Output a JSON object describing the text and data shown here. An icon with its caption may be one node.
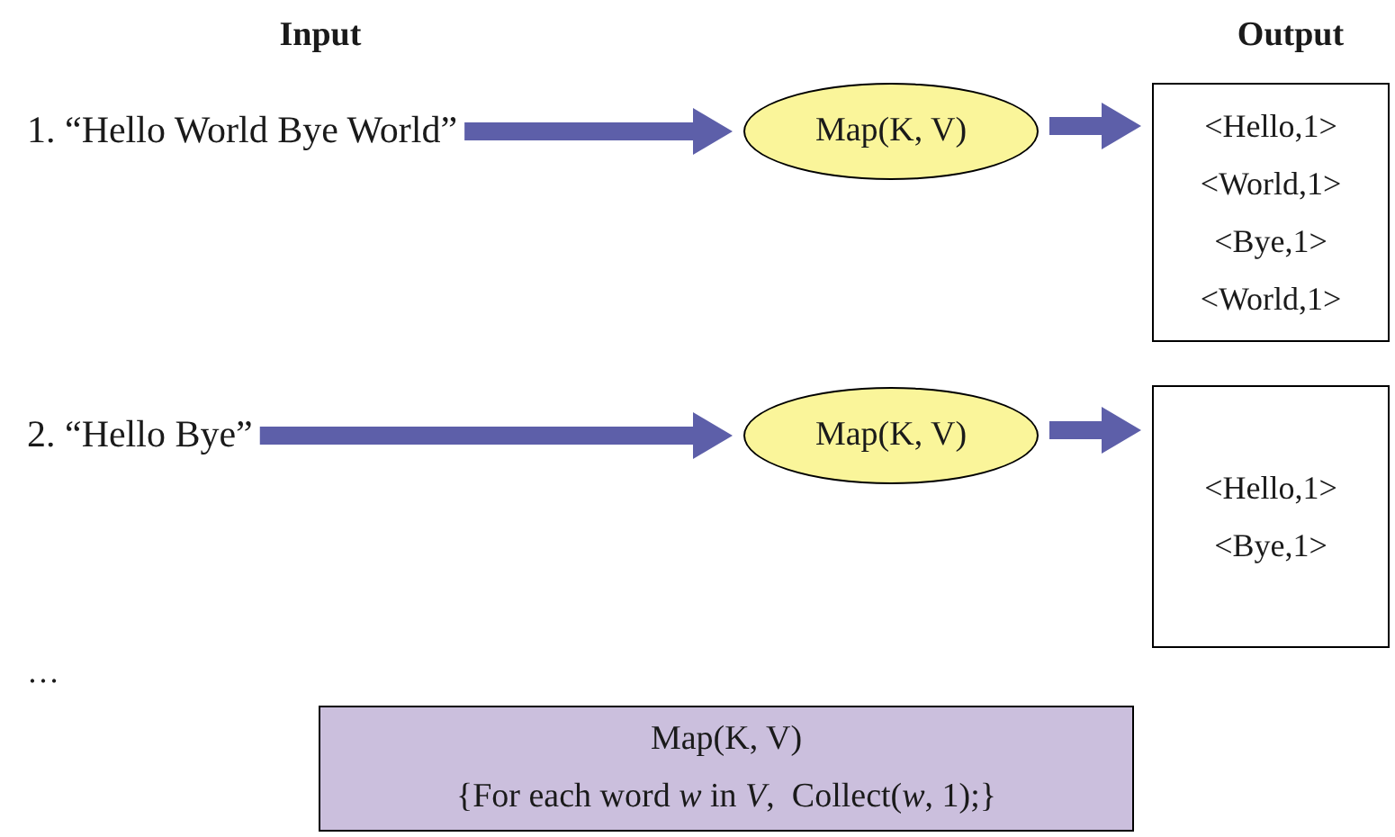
{
  "diagram": {
    "nodes": [
      {
        "text": [
          "1. “Hello World Bye World”"
        ]
      },
      {
        "text": [
          "Map(K, V)"
        ]
      },
      {
        "text": [
          "<Hello,1>",
          "<World,1>",
          "<Bye,1>",
          "<World,1>"
        ]
      },
      {
        "text": [
          "2. “Hello Bye”"
        ]
      },
      {
        "text": [
          "Map(K, V)"
        ]
      },
      {
        "text": [
          "<Hello,1>",
          "<Bye,1>"
        ]
      },
      {
        "text": [
          "Map(K, V)",
          "{For each word *w* in *V*,  Collect(*w*, 1);}"
        ]
      }
    ],
    "edges": [
      {
        "from": 0,
        "to": 1,
        "arrow": "to"
      },
      {
        "from": 1,
        "to": 2,
        "arrow": "to"
      },
      {
        "from": 3,
        "to": 4,
        "arrow": "to"
      },
      {
        "from": 4,
        "to": 5,
        "arrow": "to"
      }
    ],
    "labels": [
      "Input",
      "Output",
      "…"
    ]
  }
}
